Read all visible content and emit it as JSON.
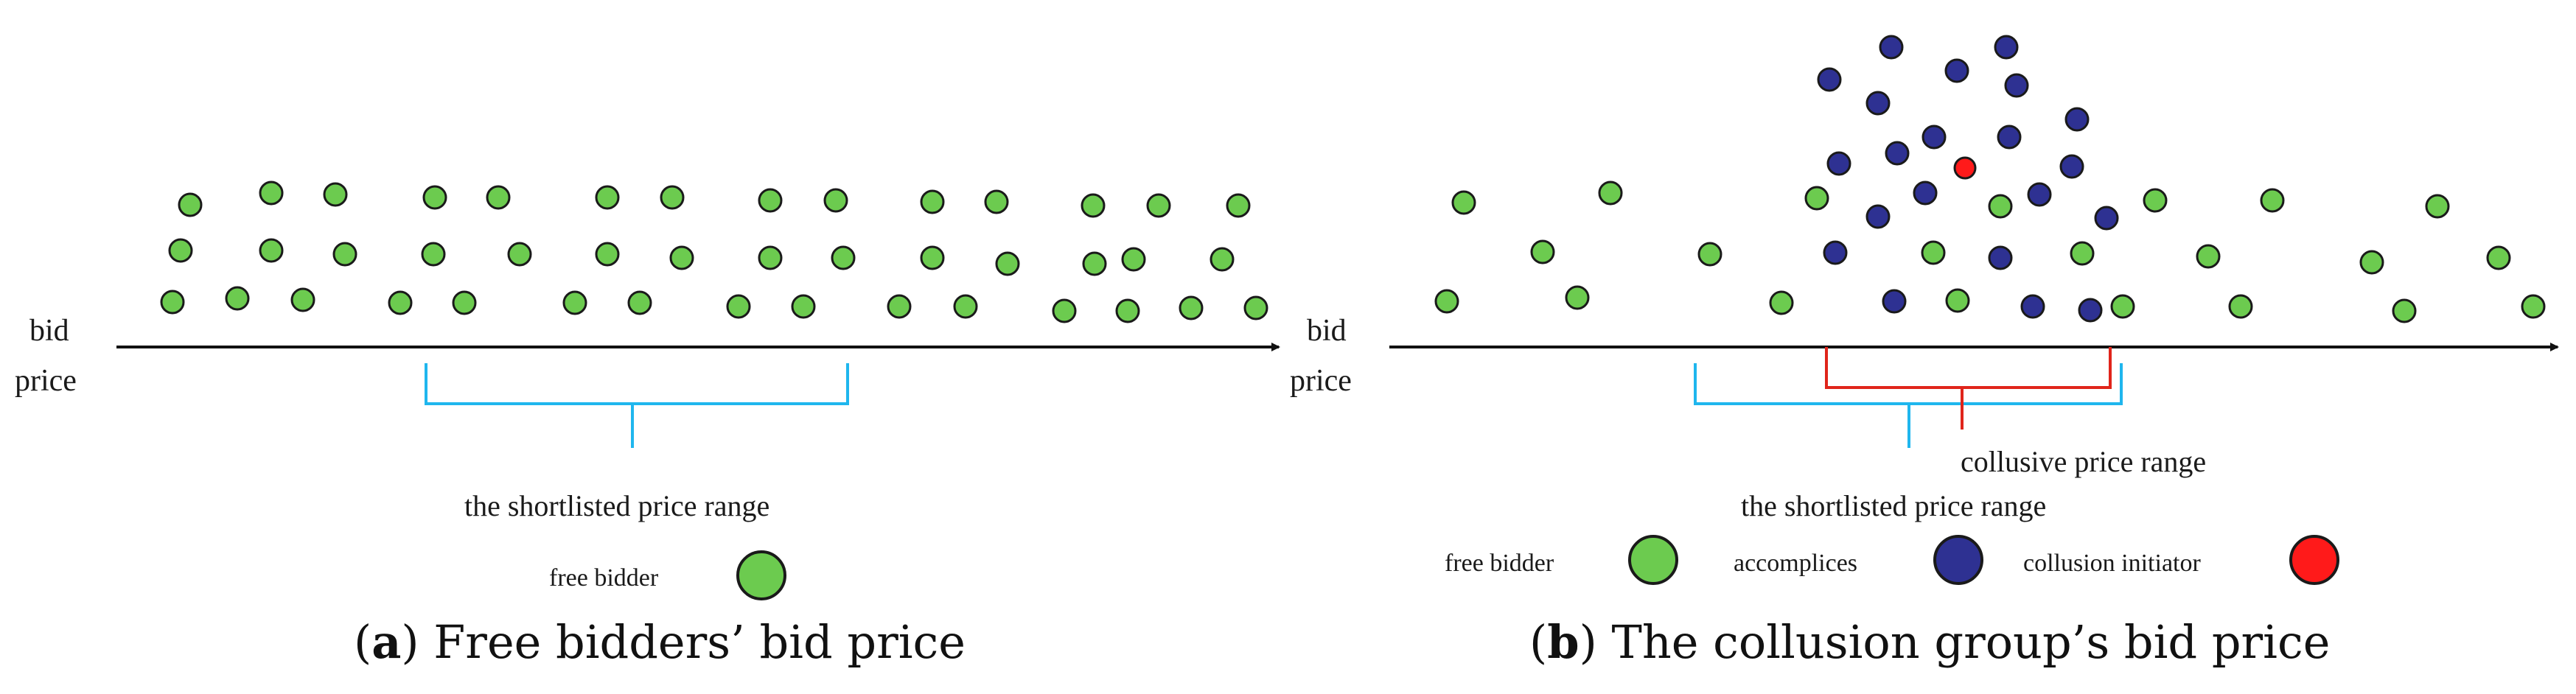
{
  "panel_a": {
    "axis_label_line1": "bid",
    "axis_label_line2": "price",
    "bracket_label": "the shortlisted price range",
    "legend_free_label": "free bidder",
    "caption_letter": "a",
    "caption_rest": ") Free bidders’ bid price"
  },
  "panel_b": {
    "axis_label_line1": "bid",
    "axis_label_line2": "price",
    "shortlist_label": "the shortlisted price range",
    "collusive_label": "collusive price range",
    "legend_free_label": "free bidder",
    "legend_accomplice_label": "accomplices",
    "legend_initiator_label": "collusion initiator",
    "caption_letter": "b",
    "caption_rest": ") The collusion group’s bid price"
  },
  "colors": {
    "free_bidder": "#6ccb4f",
    "accomplice": "#2e3192",
    "initiator": "#ff1a1a",
    "shortlist_bracket": "#1fb6ee",
    "collusive_bracket": "#e0251b"
  }
}
